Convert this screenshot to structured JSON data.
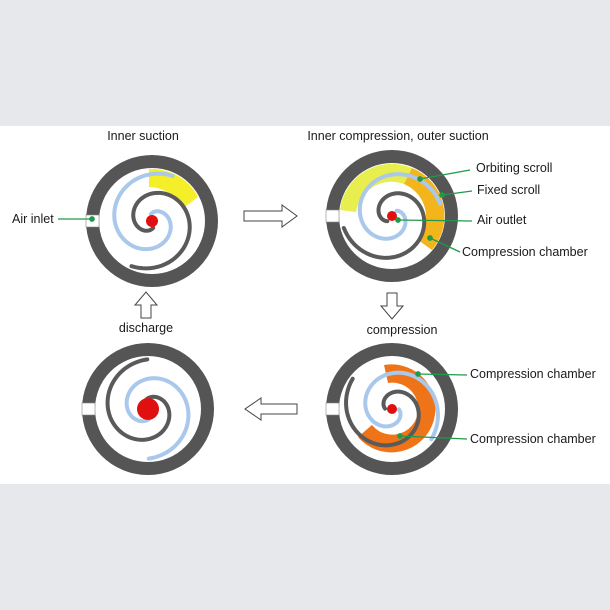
{
  "titles": {
    "top_left": "Inner suction",
    "top_right": "Inner compression, outer suction",
    "right_middle": "compression",
    "left_middle": "discharge"
  },
  "labels": {
    "air_inlet": "Air inlet",
    "orbiting_scroll": "Orbiting scroll",
    "fixed_scroll": "Fixed scroll",
    "air_outlet": "Air outlet",
    "compression_chamber_1": "Compression chamber",
    "compression_chamber_2": "Compression chamber",
    "compression_chamber_3": "Compression chamber"
  },
  "colors": {
    "housing": "#555555",
    "fixed_scroll": "#5a5a5a",
    "orbiting_scroll": "#a9c8ec",
    "suction_gas": "#f3ee1c",
    "compressing_gas": "#f4b41c",
    "hot_gas": "#ee7417",
    "discharge_gas": "#e11010",
    "leader_line": "#1e9a4a"
  }
}
